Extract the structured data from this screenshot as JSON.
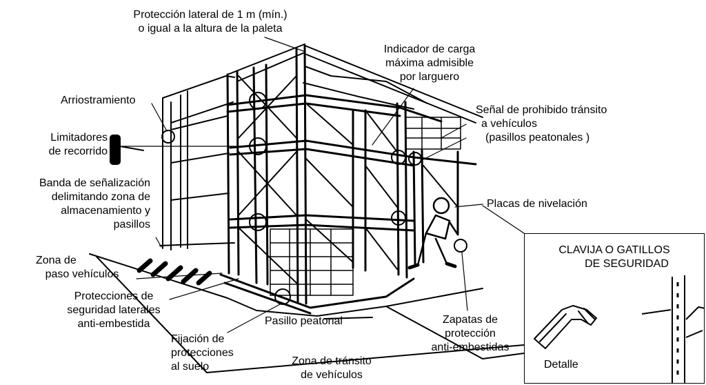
{
  "labels": {
    "proteccion_lateral": [
      "Protección lateral de 1 m (mín.)",
      "o igual a la altura de la paleta"
    ],
    "indicador_carga": [
      "Indicador de carga",
      "máxima admisible",
      "por larguero"
    ],
    "arriostramiento": [
      "Arriostramiento"
    ],
    "senal_prohibido": [
      "Señal de prohibido tránsito",
      "a vehículos",
      "(pasillos peatonales )"
    ],
    "limitadores": [
      "Limitadores",
      "de recorrido"
    ],
    "banda_senalizacion": [
      "Banda de señalización",
      "delimitando zona de",
      "almacenamiento y",
      "pasillos"
    ],
    "placas_nivelacion": [
      "Placas de nivelación"
    ],
    "zona_paso": [
      "Zona de",
      "paso vehículos"
    ],
    "protecciones_seguridad": [
      "Protecciones de",
      "seguridad laterales",
      "anti-embestida"
    ],
    "pasillo_peatonal": [
      "Pasillo peatonal"
    ],
    "zapatas": [
      "Zapatas de",
      "protección",
      "anti-embestidas"
    ],
    "fijacion": [
      "Fijación de",
      "protecciones",
      "al suelo"
    ],
    "zona_transito": [
      "Zona de tránsito",
      "de vehículos"
    ]
  },
  "detail_panel": {
    "title": [
      "CLAVIJA O GATILLOS",
      "DE SEGURIDAD"
    ],
    "caption": "Detalle"
  }
}
